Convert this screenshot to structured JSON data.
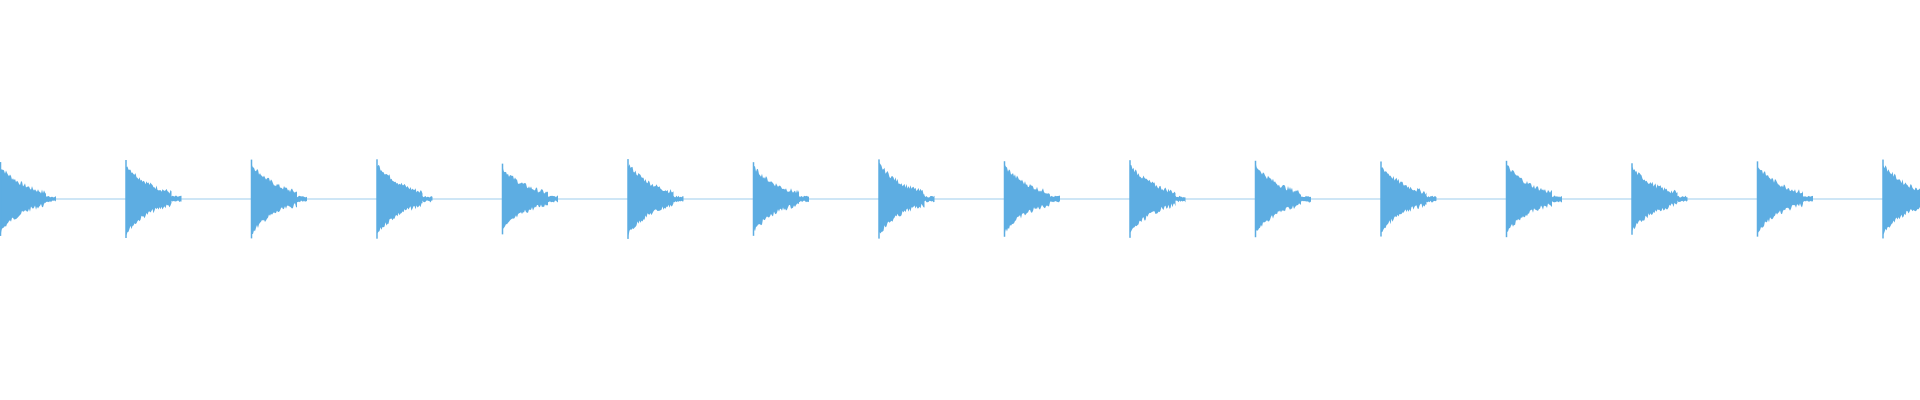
{
  "waveform": {
    "color": "#5dade2",
    "background": "#ffffff",
    "pulse_count": 16,
    "pulse_shape": "sharp-attack-decay",
    "baseline": "visible"
  }
}
